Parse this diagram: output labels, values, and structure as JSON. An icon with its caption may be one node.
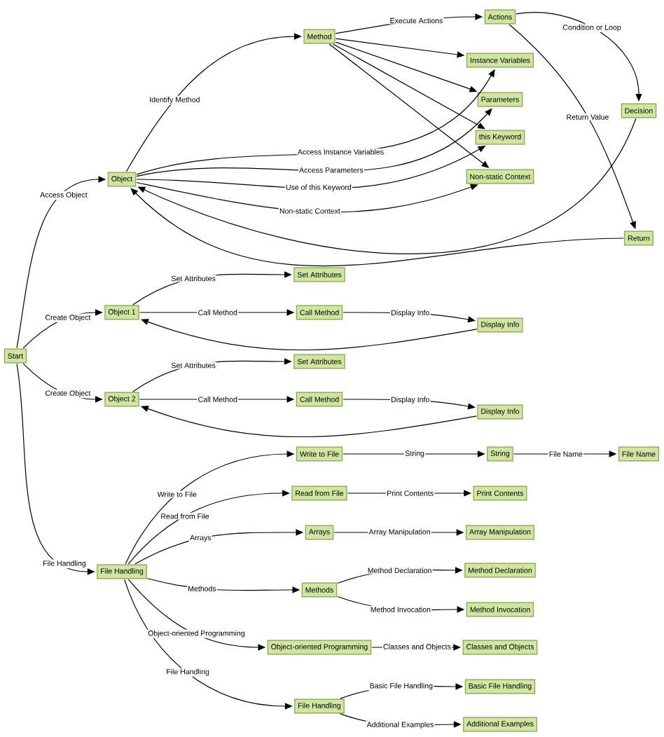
{
  "diagram": {
    "nodes": [
      {
        "text": [
          "Start"
        ]
      },
      {
        "text": [
          "Object"
        ]
      },
      {
        "text": [
          "Method"
        ]
      },
      {
        "text": [
          "Actions"
        ]
      },
      {
        "text": [
          "Instance Variables"
        ]
      },
      {
        "text": [
          "Parameters"
        ]
      },
      {
        "text": [
          "this Keyword"
        ]
      },
      {
        "text": [
          "Non-static Context"
        ]
      },
      {
        "text": [
          "Decision"
        ]
      },
      {
        "text": [
          "Return"
        ]
      },
      {
        "text": [
          "Object 1"
        ]
      },
      {
        "text": [
          "Set Attributes"
        ]
      },
      {
        "text": [
          "Call Method"
        ]
      },
      {
        "text": [
          "Display Info"
        ]
      },
      {
        "text": [
          "Object 2"
        ]
      },
      {
        "text": [
          "Set Attributes"
        ]
      },
      {
        "text": [
          "Call Method"
        ]
      },
      {
        "text": [
          "Display Info"
        ]
      },
      {
        "text": [
          "File Handling"
        ]
      },
      {
        "text": [
          "Write to File"
        ]
      },
      {
        "text": [
          "String"
        ]
      },
      {
        "text": [
          "File Name"
        ]
      },
      {
        "text": [
          "Read from File"
        ]
      },
      {
        "text": [
          "Print Contents"
        ]
      },
      {
        "text": [
          "Arrays"
        ]
      },
      {
        "text": [
          "Array Manipulation"
        ]
      },
      {
        "text": [
          "Methods"
        ]
      },
      {
        "text": [
          "Method Declaration"
        ]
      },
      {
        "text": [
          "Method Invocation"
        ]
      },
      {
        "text": [
          "Object-oriented Programming"
        ]
      },
      {
        "text": [
          "Classes and Objects"
        ]
      },
      {
        "text": [
          "File Handling"
        ]
      },
      {
        "text": [
          "Basic File Handling"
        ]
      },
      {
        "text": [
          "Additional Examples"
        ]
      }
    ],
    "edges": [
      {
        "from": 0,
        "to": 1,
        "arrow": "to",
        "label": "Access Object"
      },
      {
        "from": 1,
        "to": 2,
        "arrow": "to",
        "label": "Identify Method"
      },
      {
        "from": 2,
        "to": 3,
        "arrow": "to",
        "label": "Execute Actions"
      },
      {
        "from": 2,
        "to": 4,
        "arrow": "to"
      },
      {
        "from": 2,
        "to": 5,
        "arrow": "to"
      },
      {
        "from": 2,
        "to": 6,
        "arrow": "to"
      },
      {
        "from": 2,
        "to": 7,
        "arrow": "to"
      },
      {
        "from": 1,
        "to": 4,
        "arrow": "to",
        "label": "Access Instance Variables"
      },
      {
        "from": 1,
        "to": 5,
        "arrow": "to",
        "label": "Access Parameters"
      },
      {
        "from": 1,
        "to": 6,
        "arrow": "to",
        "label": "Use of this Keyword"
      },
      {
        "from": 1,
        "to": 7,
        "arrow": "to",
        "label": "Non-static Context"
      },
      {
        "from": 3,
        "to": 8,
        "arrow": "to",
        "label": "Condition or Loop"
      },
      {
        "from": 8,
        "to": 1,
        "arrow": "to"
      },
      {
        "from": 3,
        "to": 9,
        "arrow": "to",
        "label": "Return Value"
      },
      {
        "from": 9,
        "to": 1,
        "arrow": "to"
      },
      {
        "from": 0,
        "to": 10,
        "arrow": "to",
        "label": "Create Object"
      },
      {
        "from": 10,
        "to": 11,
        "arrow": "to",
        "label": "Set Attributes"
      },
      {
        "from": 10,
        "to": 12,
        "arrow": "to",
        "label": "Call Method"
      },
      {
        "from": 12,
        "to": 13,
        "arrow": "to",
        "label": "Display Info"
      },
      {
        "from": 13,
        "to": 10,
        "arrow": "to"
      },
      {
        "from": 0,
        "to": 14,
        "arrow": "to",
        "label": "Create Object"
      },
      {
        "from": 14,
        "to": 15,
        "arrow": "to",
        "label": "Set Attributes"
      },
      {
        "from": 14,
        "to": 16,
        "arrow": "to",
        "label": "Call Method"
      },
      {
        "from": 16,
        "to": 17,
        "arrow": "to",
        "label": "Display Info"
      },
      {
        "from": 17,
        "to": 14,
        "arrow": "to"
      },
      {
        "from": 0,
        "to": 18,
        "arrow": "to",
        "label": "File Handling"
      },
      {
        "from": 18,
        "to": 19,
        "arrow": "to",
        "label": "Write to File"
      },
      {
        "from": 19,
        "to": 20,
        "arrow": "to",
        "label": "String"
      },
      {
        "from": 20,
        "to": 21,
        "arrow": "to",
        "label": "File Name"
      },
      {
        "from": 18,
        "to": 22,
        "arrow": "to",
        "label": "Read from File"
      },
      {
        "from": 22,
        "to": 23,
        "arrow": "to",
        "label": "Print Contents"
      },
      {
        "from": 18,
        "to": 24,
        "arrow": "to",
        "label": "Arrays"
      },
      {
        "from": 24,
        "to": 25,
        "arrow": "to",
        "label": "Array Manipulation"
      },
      {
        "from": 18,
        "to": 26,
        "arrow": "to",
        "label": "Methods"
      },
      {
        "from": 26,
        "to": 27,
        "arrow": "to",
        "label": "Method Declaration"
      },
      {
        "from": 26,
        "to": 28,
        "arrow": "to",
        "label": "Method Invocation"
      },
      {
        "from": 18,
        "to": 29,
        "arrow": "to",
        "label": "Object-oriented Programming"
      },
      {
        "from": 29,
        "to": 30,
        "arrow": "to",
        "label": "Classes and Objects"
      },
      {
        "from": 18,
        "to": 31,
        "arrow": "to",
        "label": "File Handling"
      },
      {
        "from": 31,
        "to": 32,
        "arrow": "to",
        "label": "Basic File Handling"
      },
      {
        "from": 31,
        "to": 33,
        "arrow": "to",
        "label": "Additional Examples"
      }
    ]
  }
}
